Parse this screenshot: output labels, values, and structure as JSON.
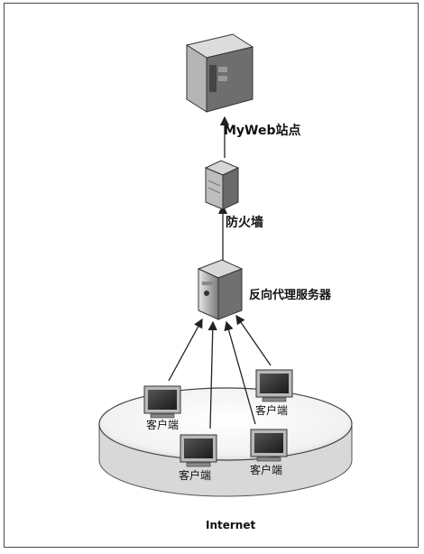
{
  "diagram": {
    "nodes": {
      "web_site": {
        "label": "MyWeb站点",
        "icon": "server-tower-icon"
      },
      "firewall": {
        "label": "防火墙",
        "icon": "firewall-icon"
      },
      "reverse_proxy": {
        "label": "反向代理服务器",
        "icon": "server-icon"
      },
      "clients": [
        {
          "label": "客户端",
          "icon": "computer-icon"
        },
        {
          "label": "客户端",
          "icon": "computer-icon"
        },
        {
          "label": "客户端",
          "icon": "computer-icon"
        },
        {
          "label": "客户端",
          "icon": "computer-icon"
        }
      ],
      "network": {
        "label": "Internet"
      }
    },
    "edges": [
      {
        "from": "firewall",
        "to": "web_site"
      },
      {
        "from": "reverse_proxy",
        "to": "firewall"
      },
      {
        "from": "clients.0",
        "to": "reverse_proxy"
      },
      {
        "from": "clients.1",
        "to": "reverse_proxy"
      },
      {
        "from": "clients.2",
        "to": "reverse_proxy"
      },
      {
        "from": "clients.3",
        "to": "reverse_proxy"
      }
    ]
  }
}
